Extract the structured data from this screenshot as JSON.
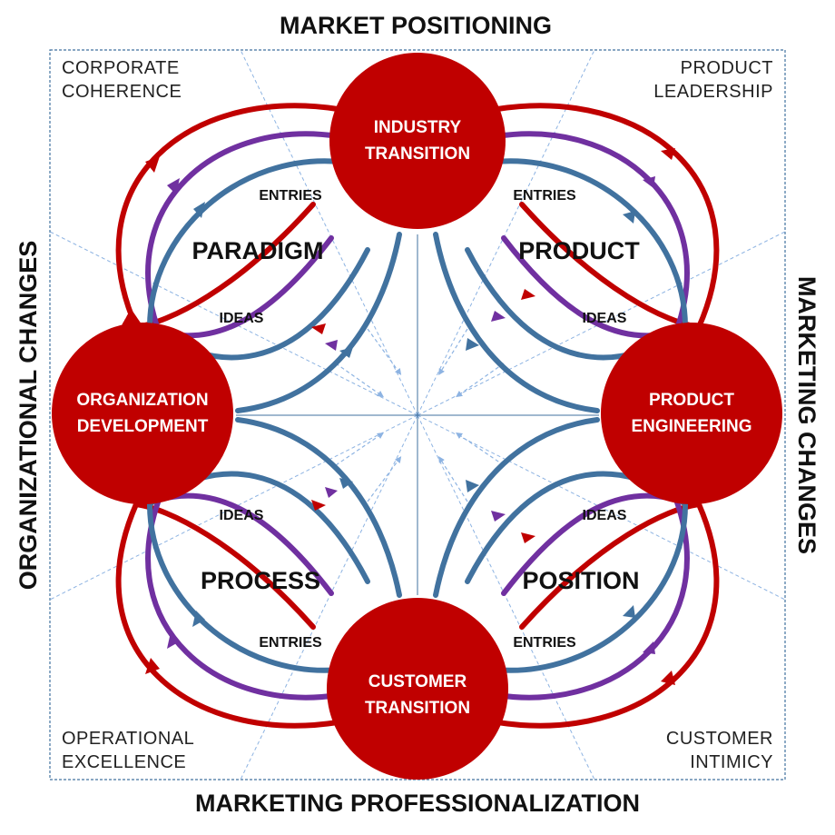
{
  "titles": {
    "top": "MARKET POSITIONING",
    "bottom": "MARKETING PROFESSIONALIZATION",
    "left": "ORGANIZATIONAL CHANGES",
    "right": "MARKETING CHANGES"
  },
  "corners": {
    "top_left": [
      "CORPORATE",
      "COHERENCE"
    ],
    "top_right": [
      "PRODUCT",
      "LEADERSHIP"
    ],
    "bottom_left": [
      "OPERATIONAL",
      "EXCELLENCE"
    ],
    "bottom_right": [
      "CUSTOMER",
      "INTIMICY"
    ]
  },
  "nodes": {
    "top": [
      "INDUSTRY",
      "TRANSITION"
    ],
    "right": [
      "PRODUCT",
      "ENGINEERING"
    ],
    "bottom": [
      "CUSTOMER",
      "TRANSITION"
    ],
    "left": [
      "ORGANIZATION",
      "DEVELOPMENT"
    ]
  },
  "quadrants": {
    "top_left": "PARADIGM",
    "top_right": "PRODUCT",
    "bottom_left": "PROCESS",
    "bottom_right": "POSITION"
  },
  "flow_labels": {
    "entries": "ENTRIES",
    "ideas": "IDEAS"
  },
  "colors": {
    "node_fill": "#c00000",
    "loop_red": "#c00000",
    "loop_purple": "#7030a0",
    "loop_blue": "#41729f",
    "guide_lines": "#8db3e2",
    "frame": "#41729f"
  }
}
